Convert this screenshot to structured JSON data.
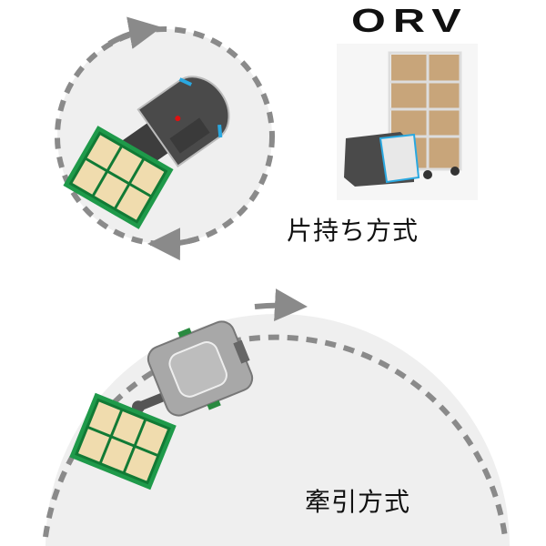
{
  "logo_text": "ORV",
  "modes": [
    {
      "label": "片持ち方式"
    },
    {
      "label": "牽引方式"
    }
  ],
  "colors": {
    "path": "#8a8a8a",
    "area": "#efefef",
    "pallet": "#1f9a4a",
    "box": "#f0dcae",
    "robot_dark": "#4a4a4a",
    "robot_light": "#a8a8a8",
    "accent": "#2aa8e0"
  }
}
